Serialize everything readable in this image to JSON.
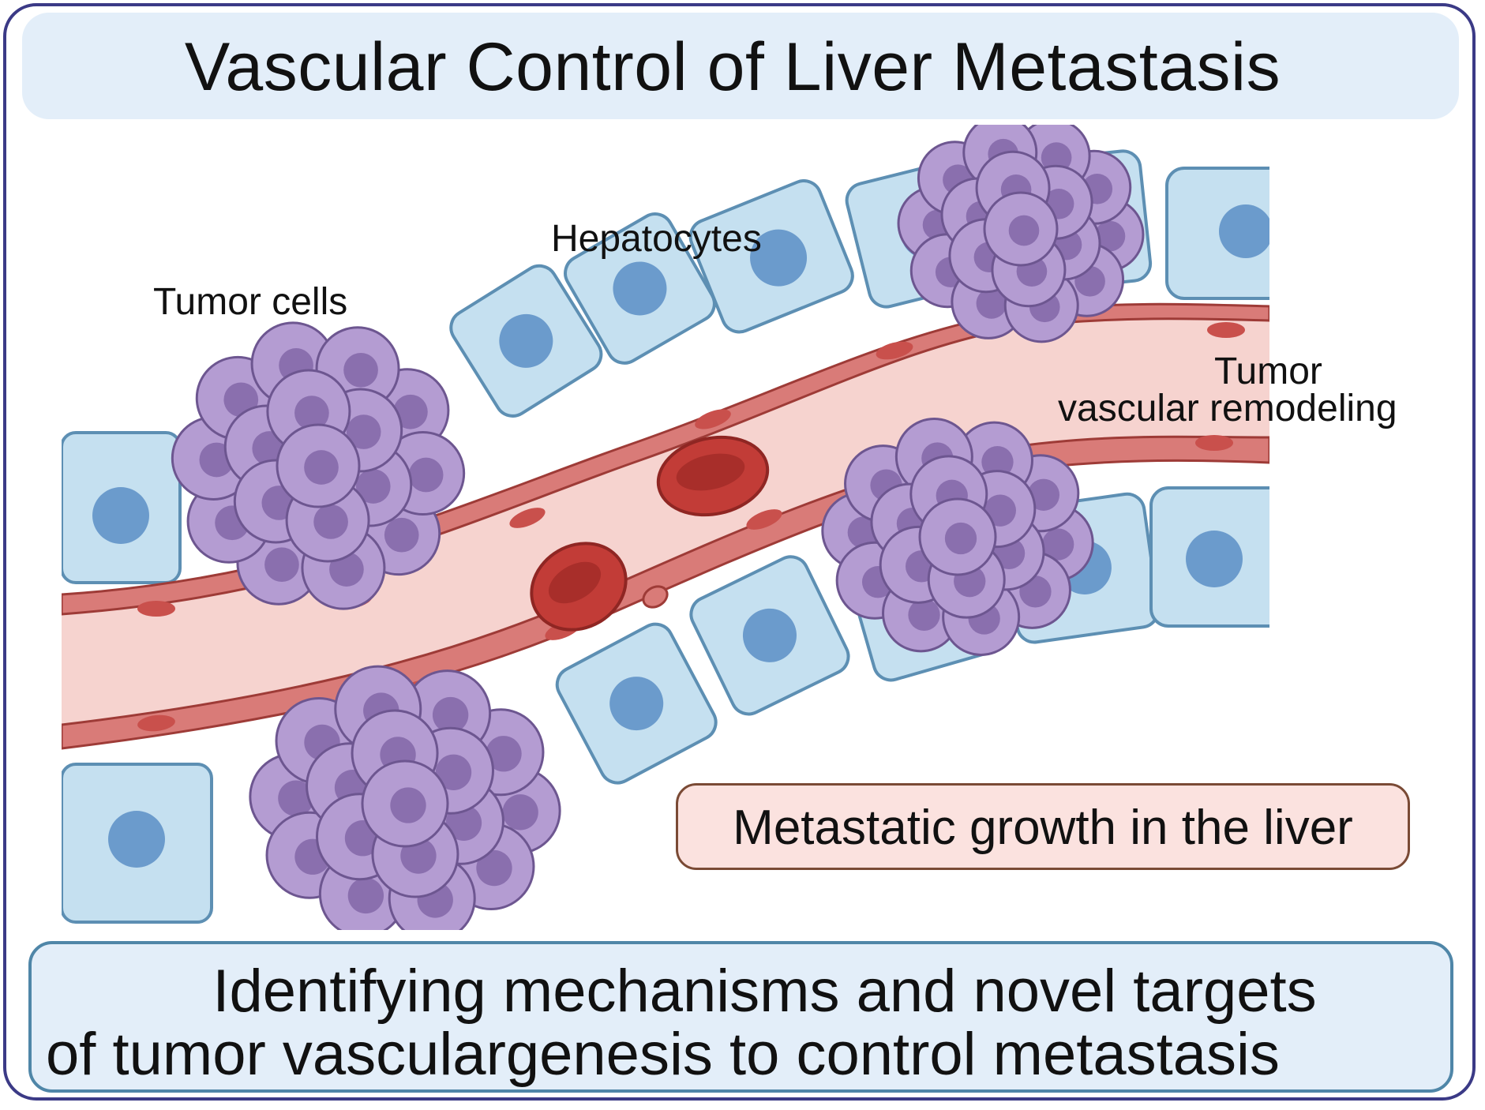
{
  "title": "Vascular Control of Liver Metastasis",
  "labels": {
    "hepatocytes": "Hepatocytes",
    "tumor_cells": "Tumor cells",
    "tumor_remodeling_line1": "Tumor",
    "tumor_remodeling_line2": "vascular remodeling"
  },
  "callout": "Metastatic growth in the liver",
  "conclusion": {
    "line1": "Identifying mechanisms and novel targets",
    "line2": "of tumor vasculargenesis to control metastasis"
  },
  "colors": {
    "frame": "#3b3a86",
    "title_band": "#e3eef9",
    "hepatocyte_fill": "#c5e0f0",
    "hepatocyte_border": "#5d8fb3",
    "nucleus": "#6b9bcc",
    "vessel_lumen": "#f6d3cf",
    "endothelium": "#d97b78",
    "red_blood_cell": "#c23c37",
    "tumor_cell": "#b49cd2",
    "tumor_nucleus": "#8a6fae"
  }
}
